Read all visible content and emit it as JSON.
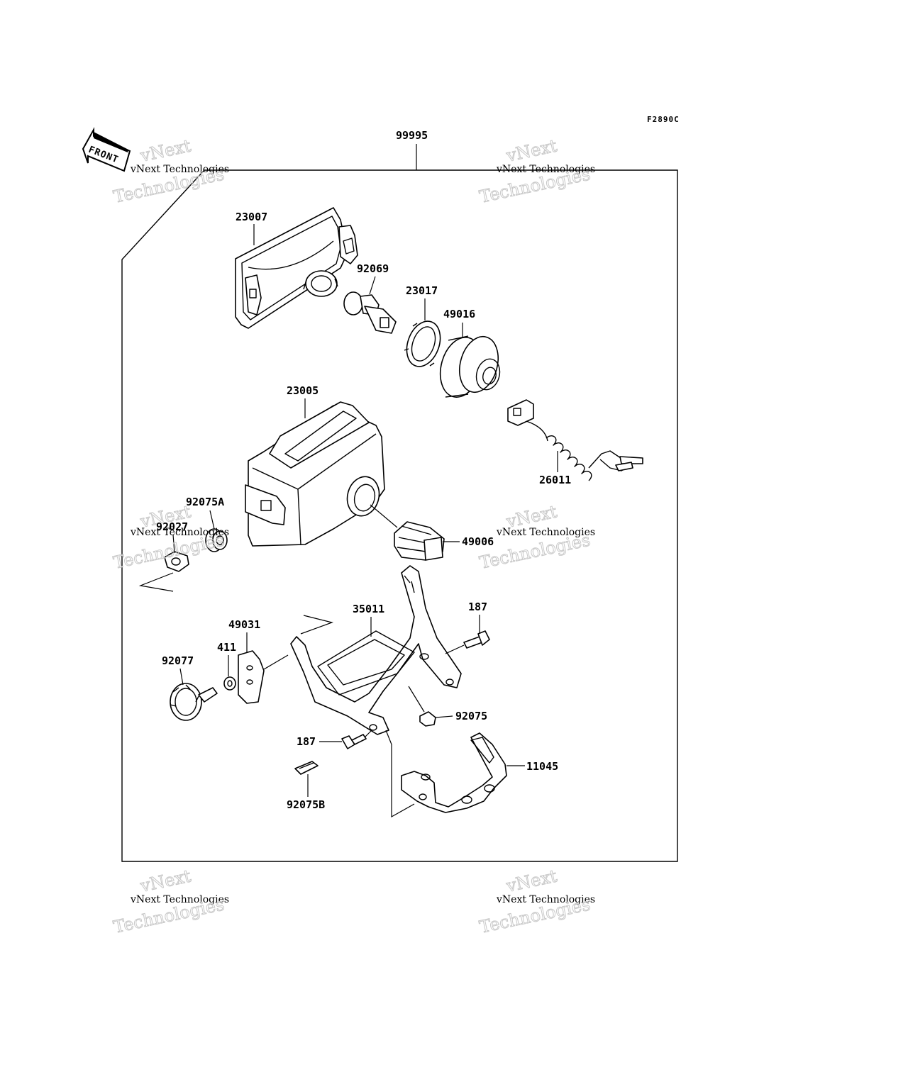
{
  "figure": {
    "code": "F2890C",
    "front_label": "FRONT",
    "kit_part_number": "99995"
  },
  "parts": {
    "p23007": "23007",
    "p92069": "92069",
    "p23017": "23017",
    "p49016": "49016",
    "p23005": "23005",
    "p26011": "26011",
    "p92075A": "92075A",
    "p92027": "92027",
    "p49006": "49006",
    "p35011": "35011",
    "p187a": "187",
    "p49031": "49031",
    "p411": "411",
    "p92077": "92077",
    "p92075": "92075",
    "p187b": "187",
    "p11045": "11045",
    "p92075B": "92075B"
  },
  "watermark": {
    "line1": "vNext",
    "line2": "vNext Technologies",
    "line3": "Technologies"
  }
}
